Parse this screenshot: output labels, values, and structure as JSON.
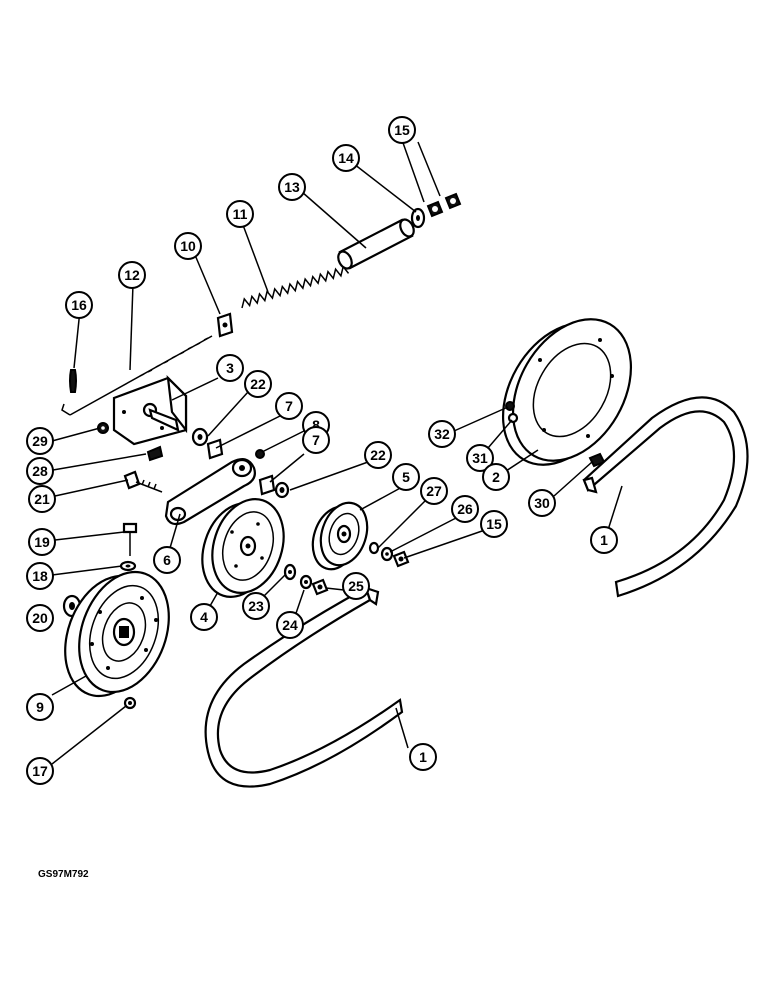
{
  "figure_code": "GS97M792",
  "callouts": {
    "c1a": "1",
    "c1b": "1",
    "c2": "2",
    "c3": "3",
    "c4": "4",
    "c5": "5",
    "c6": "6",
    "c7a": "7",
    "c7b": "7",
    "c8": "8",
    "c9": "9",
    "c10": "10",
    "c11": "11",
    "c12": "12",
    "c13": "13",
    "c14": "14",
    "c15a": "15",
    "c15b": "15",
    "c16": "16",
    "c17": "17",
    "c18": "18",
    "c19": "19",
    "c20": "20",
    "c21": "21",
    "c22a": "22",
    "c22b": "22",
    "c23": "23",
    "c24": "24",
    "c25": "25",
    "c26": "26",
    "c27": "27",
    "c28": "28",
    "c29": "29",
    "c30": "30",
    "c31": "31",
    "c32": "32"
  }
}
